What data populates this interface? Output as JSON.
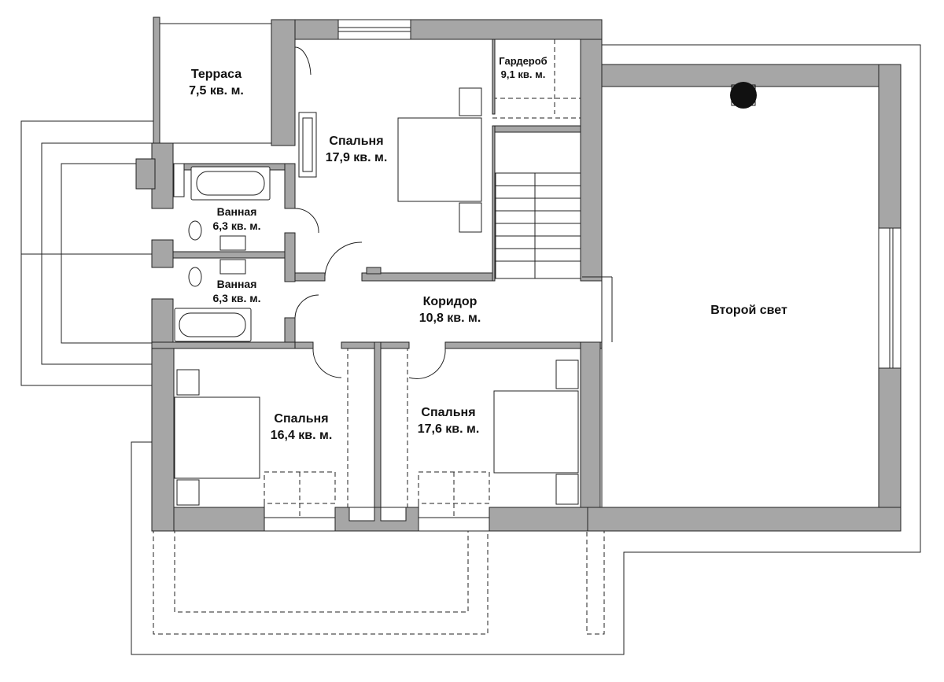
{
  "rooms": {
    "terrace": {
      "name": "Терраса",
      "area": "7,5 кв. м."
    },
    "bedroom_1": {
      "name": "Спальня",
      "area": "17,9 кв. м."
    },
    "wardrobe": {
      "name": "Гардероб",
      "area": "9,1 кв. м."
    },
    "bath_1": {
      "name": "Ванная",
      "area": "6,3 кв. м."
    },
    "bath_2": {
      "name": "Ванная",
      "area": "6,3 кв. м."
    },
    "corridor": {
      "name": "Коридор",
      "area": "10,8 кв. м."
    },
    "second_light": {
      "name": "Второй свет"
    },
    "bedroom_2": {
      "name": "Спальня",
      "area": "16,4 кв. м."
    },
    "bedroom_3": {
      "name": "Спальня",
      "area": "17,6 кв. м."
    }
  },
  "colors": {
    "wall": "#a6a6a6",
    "line": "#222222",
    "background": "#ffffff"
  }
}
